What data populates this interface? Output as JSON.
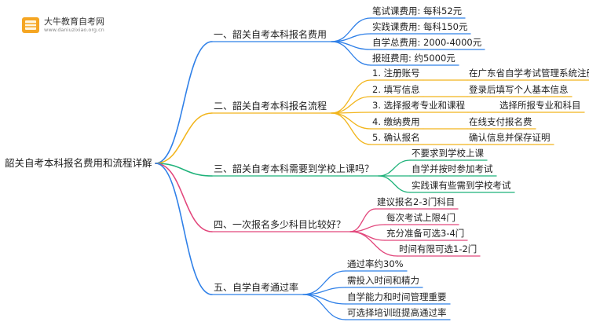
{
  "brand": {
    "name": "大牛教育自考网",
    "url": "www.daniuzixiao.org.cn"
  },
  "root": {
    "label": "韶关自考本科报名费用和流程详解"
  },
  "colors": {
    "b0": "#2f80e8",
    "b1": "#f2b51c",
    "b2": "#1fb27a",
    "b3": "#e2477c",
    "b4": "#2f80e8"
  },
  "branches": [
    {
      "label": "一、韶关自考本科报名费用",
      "children": [
        {
          "label": "笔试课费用: 每科52元"
        },
        {
          "label": "实践课费用: 每科150元"
        },
        {
          "label": "自学总费用: 2000-4000元"
        },
        {
          "label": "报班费用: 约5000元"
        }
      ]
    },
    {
      "label": "二、韶关自考本科报名流程",
      "children": [
        {
          "label": "1. 注册账号",
          "detail": "在广东省自学考试管理系统注册"
        },
        {
          "label": "2. 填写信息",
          "detail": "登录后填写个人基本信息"
        },
        {
          "label": "3. 选择报考专业和课程",
          "detail": "选择所报专业和科目"
        },
        {
          "label": "4. 缴纳费用",
          "detail": "在线支付报名费"
        },
        {
          "label": "5. 确认报名",
          "detail": "确认信息并保存证明"
        }
      ]
    },
    {
      "label": "三、韶关自考本科需要到学校上课吗？",
      "children": [
        {
          "label": "不要求到学校上课"
        },
        {
          "label": "自学并按时参加考试"
        },
        {
          "label": "实践课有些需到学校考试"
        }
      ]
    },
    {
      "label": "四、一次报名多少科目比较好？",
      "children": [
        {
          "label": "建议报名2-3门科目"
        },
        {
          "label": "每次考试上限4门"
        },
        {
          "label": "充分准备可选3-4门"
        },
        {
          "label": "时间有限可选1-2门"
        }
      ]
    },
    {
      "label": "五、自学自考通过率",
      "children": [
        {
          "label": "通过率约30%"
        },
        {
          "label": "需投入时间和精力"
        },
        {
          "label": "自学能力和时间管理重要"
        },
        {
          "label": "可选择培训班提高通过率"
        }
      ]
    }
  ]
}
